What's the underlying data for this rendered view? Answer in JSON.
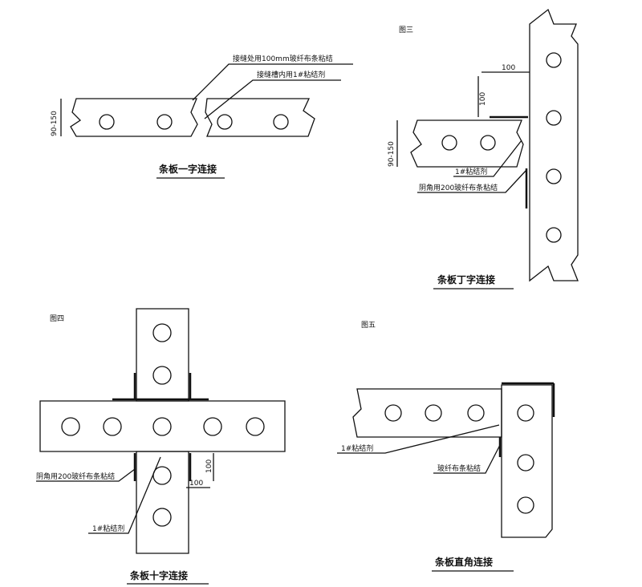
{
  "fig1": {
    "note_fiber": "接缝处用100mm玻纤布条粘结",
    "note_glue": "接缝槽内用1#粘结剂",
    "dim_thickness": "90-150",
    "caption": "条板一字连接"
  },
  "fig3": {
    "title": "图三",
    "dim_h": "100",
    "dim_v": "100",
    "dim_thickness": "90-150",
    "note_glue": "1#粘结剂",
    "note_fiber": "阴角用200玻纤布条粘结",
    "caption": "条板丁字连接"
  },
  "fig4": {
    "title": "图四",
    "note_fiber": "阴角用200玻纤布条粘结",
    "dim_v": "100",
    "dim_h": "100",
    "note_glue": "1#粘结剂",
    "caption": "条板十字连接"
  },
  "fig5": {
    "title": "图五",
    "note_glue": "1#粘结剂",
    "note_fiber": "玻纤布条粘结",
    "caption": "条板直角连接"
  }
}
